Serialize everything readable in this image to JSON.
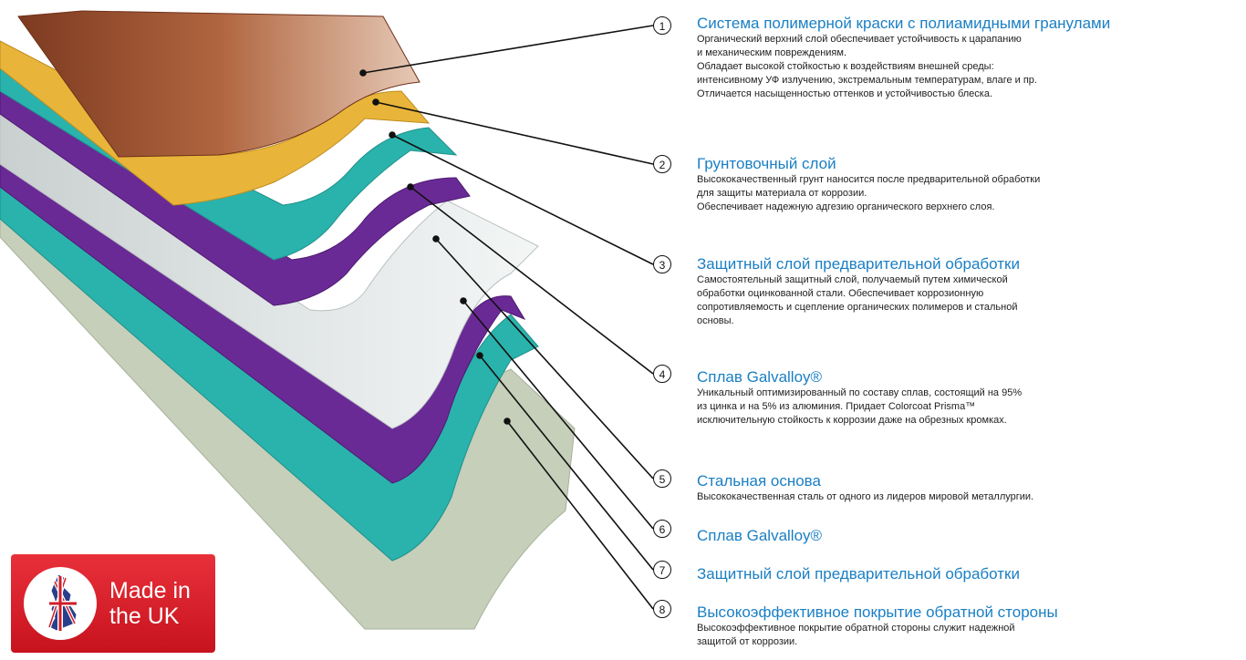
{
  "layers": [
    {
      "number": "1",
      "title": "Система полимерной краски с полиамидными гранулами",
      "description": [
        "Органический верхний слой обеспечивает устойчивость к царапанию",
        "и механическим повреждениям.",
        "Обладает высокой стойкостью к воздействиям внешней среды:",
        "интенсивному УФ излучению, экстремальным температурам, влаге и пр.",
        "Отличается насыщенностью оттенков и устойчивостью блеска."
      ]
    },
    {
      "number": "2",
      "title": "Грунтовочный слой",
      "description": [
        "Высококачественный грунт наносится после предварительной обработки",
        "для защиты материала от коррозии.",
        "Обеспечивает надежную адгезию органического верхнего слоя."
      ]
    },
    {
      "number": "3",
      "title": "Защитный слой предварительной обработки",
      "description": [
        "Самостоятельный защитный слой, получаемый путем химической",
        "обработки оцинкованной стали. Обеспечивает коррозионную",
        "сопротивляемость и сцепление органических полимеров и стальной",
        "основы."
      ]
    },
    {
      "number": "4",
      "title": "Сплав Galvalloy®",
      "description": [
        "Уникальный оптимизированный по составу сплав, состоящий на 95%",
        "из цинка и на 5% из алюминия. Придает Colorcoat Prisma™",
        "исключительную стойкость к коррозии даже на обрезных кромках."
      ]
    },
    {
      "number": "5",
      "title": "Стальная основа",
      "description": [
        "Высококачественная сталь от одного из лидеров мировой металлургии."
      ]
    },
    {
      "number": "6",
      "title": "Сплав Galvalloy®",
      "description": []
    },
    {
      "number": "7",
      "title": "Защитный слой предварительной обработки",
      "description": []
    },
    {
      "number": "8",
      "title": "Высокоэффективное покрытие обратной стороны",
      "description": [
        "Высокоэффективное покрытие обратной стороны служит надежной",
        "защитой от коррозии."
      ]
    }
  ],
  "badge": {
    "text": "Made in\nthe UK"
  },
  "colors": {
    "paint": "#a8583a",
    "primer": "#e8b53a",
    "pretreatment": "#2ab3ad",
    "galvalloy": "#6a2a96",
    "steel": "#d4dada",
    "backcoat": "#c5cfb9",
    "accent_text": "#1a7fc4",
    "badge": "#d81e28"
  }
}
